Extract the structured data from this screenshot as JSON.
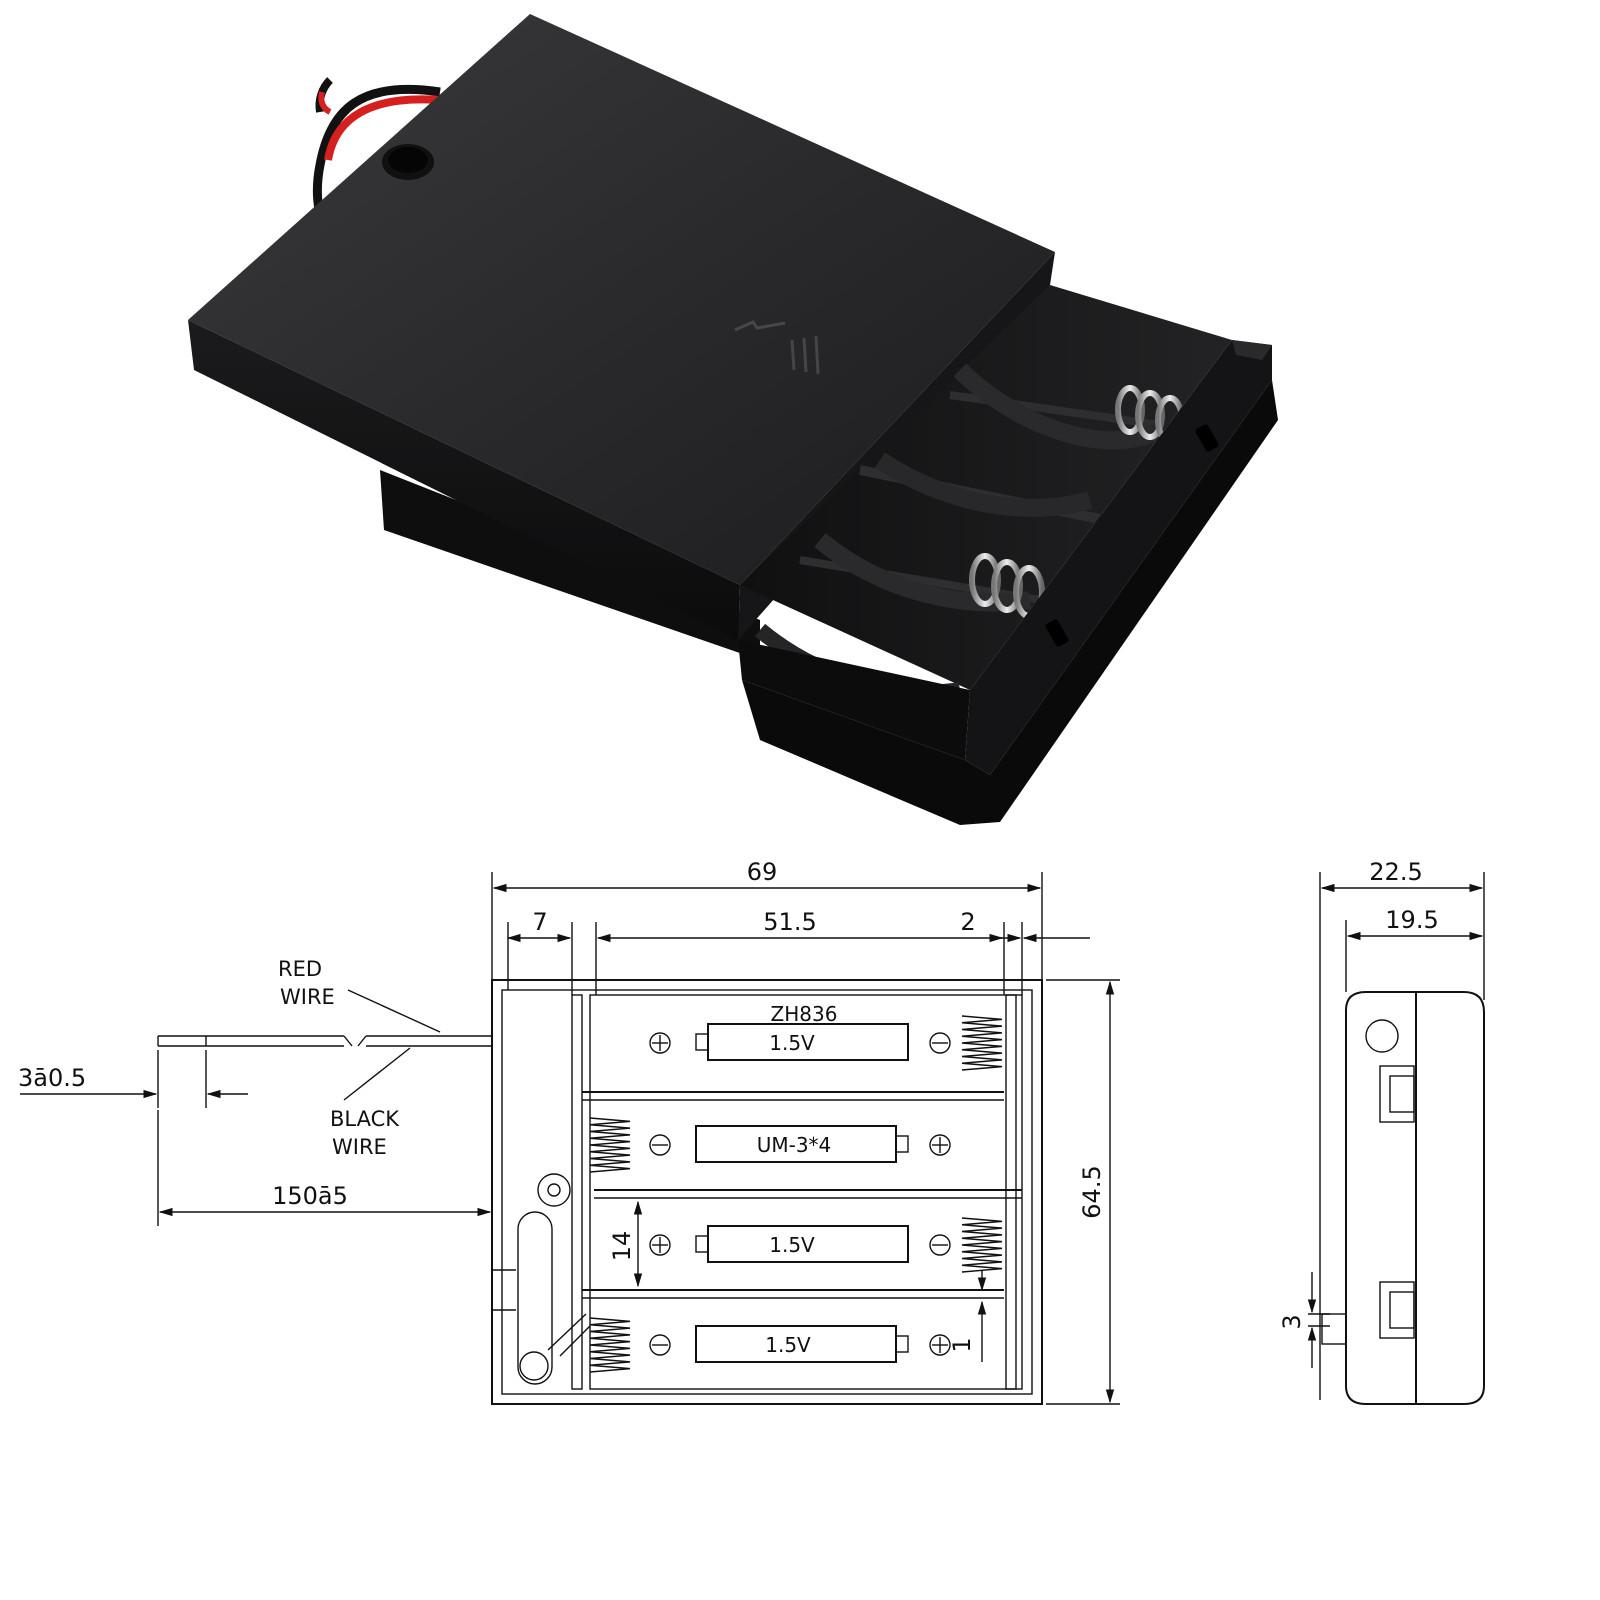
{
  "product_photo": {
    "description_icon": "battery-holder-photo"
  },
  "front_view": {
    "dims": {
      "overall_width": "69",
      "inner_length": "51.5",
      "left_margin": "7",
      "right_margin": "2",
      "height": "64.5",
      "cell_pitch": "14",
      "offset": "1"
    },
    "wires": {
      "red_label_1": "RED",
      "red_label_2": "WIRE",
      "black_label_1": "BLACK",
      "black_label_2": "WIRE",
      "strip_length": "3ā0.5",
      "lead_length": "150ā5"
    },
    "model": "ZH836",
    "cells": [
      {
        "label": "1.5V"
      },
      {
        "label": "UM-3*4"
      },
      {
        "label": "1.5V"
      },
      {
        "label": "1.5V"
      }
    ]
  },
  "side_view": {
    "dims": {
      "overall_depth": "22.5",
      "inner_depth": "19.5",
      "wire_offset": "3"
    }
  }
}
